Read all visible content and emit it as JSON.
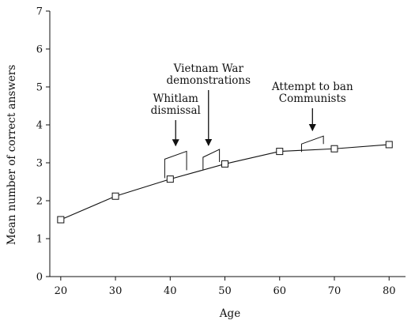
{
  "chart_data": {
    "type": "line",
    "title": "",
    "xlabel": "Age",
    "ylabel": "Mean number of correct answers",
    "xlim": [
      18,
      83
    ],
    "ylim": [
      0,
      7
    ],
    "xticks": [
      20,
      30,
      40,
      50,
      60,
      70,
      80
    ],
    "yticks": [
      0,
      1,
      2,
      3,
      4,
      5,
      6,
      7
    ],
    "grid": false,
    "legend": "none",
    "line_color": "#111111",
    "marker": "square",
    "marker_fill": "#ffffff",
    "series": [
      {
        "x": [
          20,
          30,
          40,
          50,
          60,
          70,
          80
        ],
        "values": [
          1.5,
          2.12,
          2.57,
          2.97,
          3.3,
          3.37,
          3.48
        ]
      }
    ],
    "annotations": [
      {
        "id": "whitlam",
        "lines": [
          "Whitlam",
          "dismissal"
        ],
        "age_range": [
          39,
          43
        ],
        "arrow_age": 41,
        "level": 3.2
      },
      {
        "id": "vietnam",
        "lines": [
          "Vietnam War",
          "demonstrations"
        ],
        "age_range": [
          46,
          49
        ],
        "arrow_age": 47,
        "level": 3.25
      },
      {
        "id": "communists",
        "lines": [
          "Attempt to ban",
          "Communists"
        ],
        "age_range": [
          64,
          68
        ],
        "arrow_age": 66,
        "level": 3.6
      }
    ]
  }
}
